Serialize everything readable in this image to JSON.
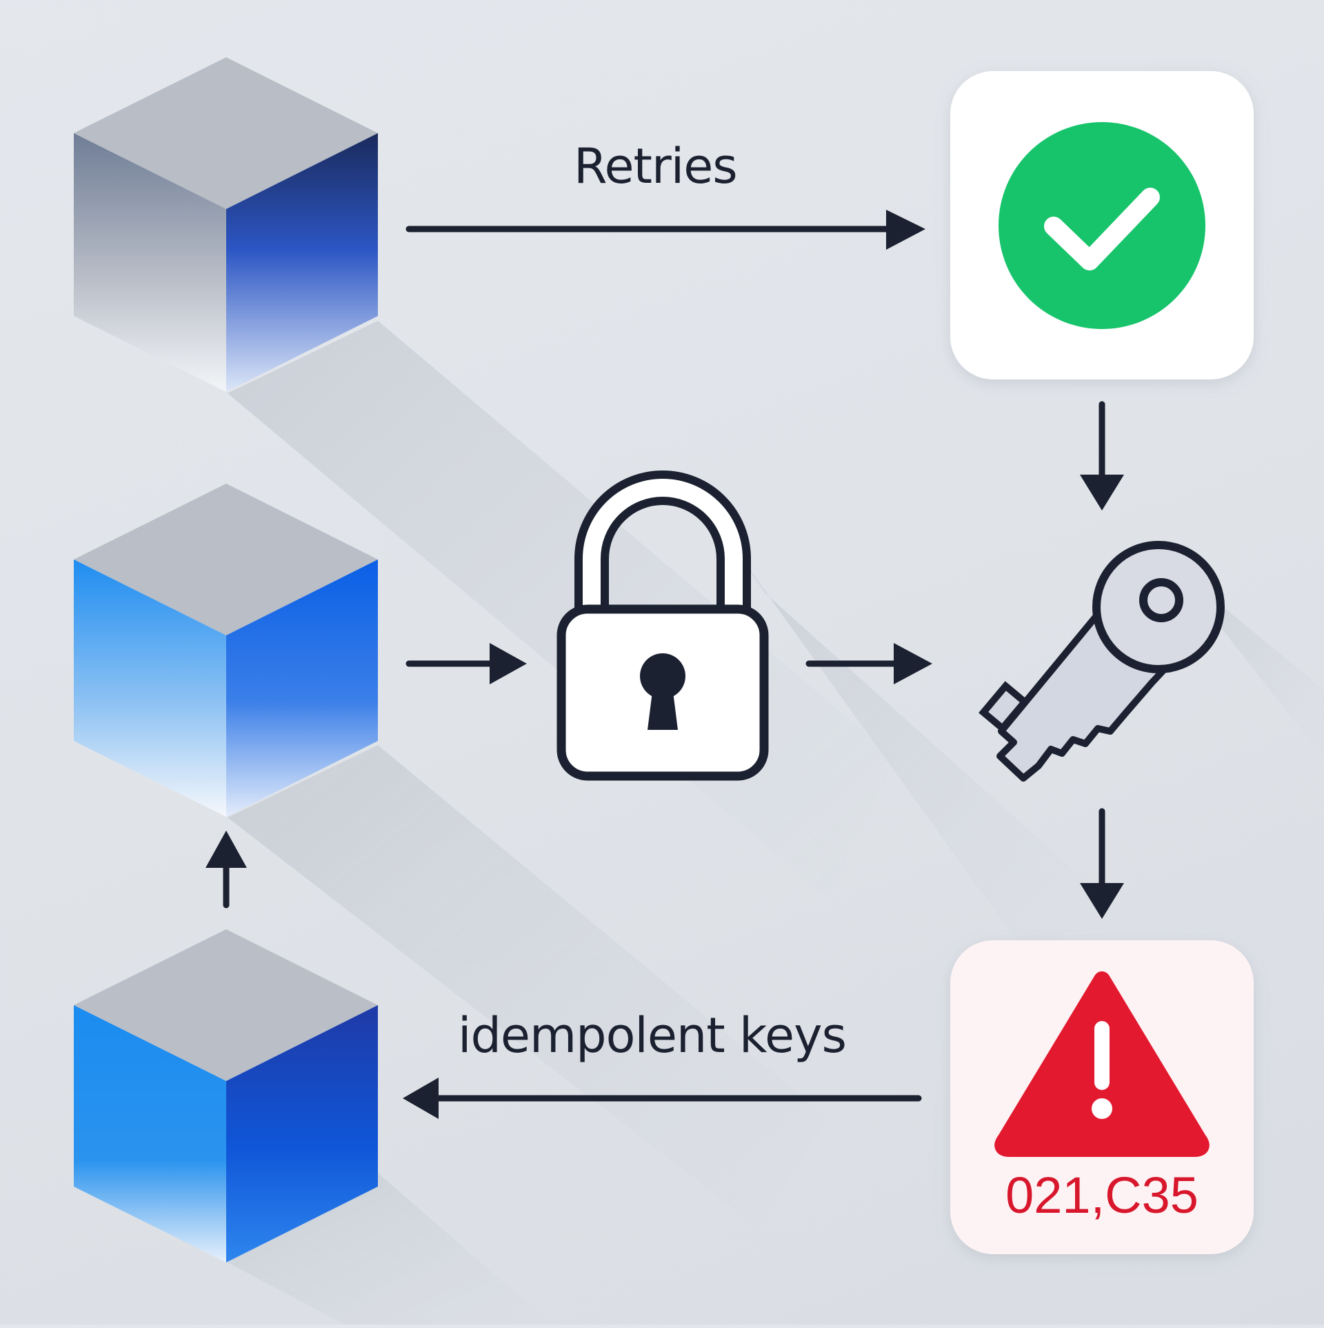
{
  "labels": {
    "retries": "Retries",
    "idempotent": "idempolent keys"
  },
  "error_card": {
    "code": "021,C35"
  },
  "icons": {
    "success": "check-circle-icon",
    "lock": "padlock-icon",
    "key": "key-icon",
    "warning": "warning-triangle-icon",
    "nodes": [
      "cube-icon",
      "cube-icon",
      "cube-icon"
    ]
  },
  "colors": {
    "background": "#e1e4e9",
    "ink": "#1b2130",
    "success": "#17c46b",
    "danger": "#e3192f",
    "cube_top": "#b9bec7",
    "cube_blue": "#1a6fe8",
    "cube_navy": "#1c2f6b"
  }
}
